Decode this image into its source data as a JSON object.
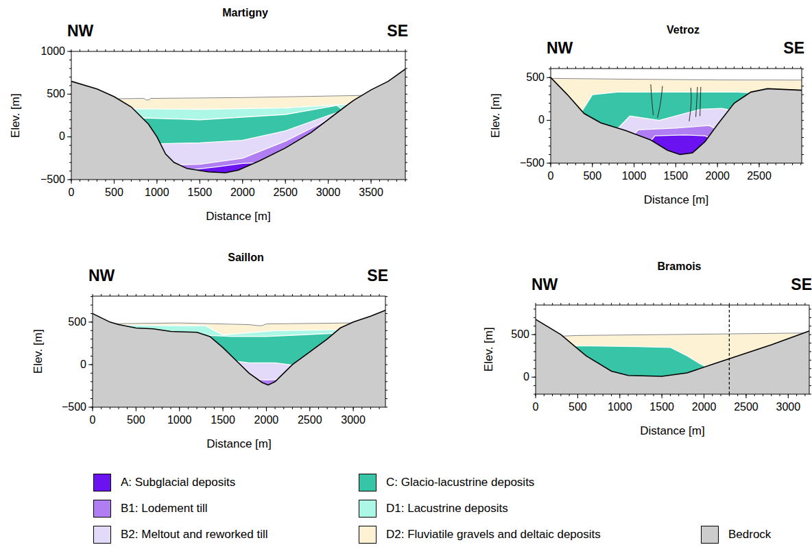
{
  "diagram": {
    "labels": [
      "Martigny",
      "NW",
      "SE",
      "1000",
      "500",
      "0",
      "−500",
      "Elev. [m]",
      "0",
      "500",
      "1000",
      "1500",
      "2000",
      "2500",
      "3000",
      "3500",
      "Distance [m]",
      "Vetroz",
      "NW",
      "SE",
      "500",
      "0",
      "−500",
      "Elev. [m]",
      "0",
      "500",
      "1000",
      "1500",
      "2000",
      "2500",
      "Distance [m]",
      "Saillon",
      "NW",
      "SE",
      "500",
      "0",
      "−500",
      "Elev. [m]",
      "0",
      "500",
      "1000",
      "1500",
      "2000",
      "2500",
      "3000",
      "Distance [m]",
      "Bramois",
      "NW",
      "SE",
      "500",
      "0",
      "Elev. [m]",
      "0",
      "500",
      "1000",
      "1500",
      "2000",
      "2500",
      "3000",
      "Distance [m]"
    ],
    "legend": [
      {
        "text": "A: Subglacial deposits",
        "color": "#6a12f0"
      },
      {
        "text": "B1: Lodement till",
        "color": "#b07ef2"
      },
      {
        "text": "B2: Meltout and reworked till",
        "color": "#e2daf8"
      },
      {
        "text": "C: Glacio-lacustrine deposits",
        "color": "#38c4a6"
      },
      {
        "text": "D1: Lacustrine deposits",
        "color": "#acf7e6"
      },
      {
        "text": "D2: Fluviatile gravels and deltaic deposits",
        "color": "#fdf2d3"
      },
      {
        "text": "Bedrock",
        "color": "#cccccc"
      }
    ]
  }
}
